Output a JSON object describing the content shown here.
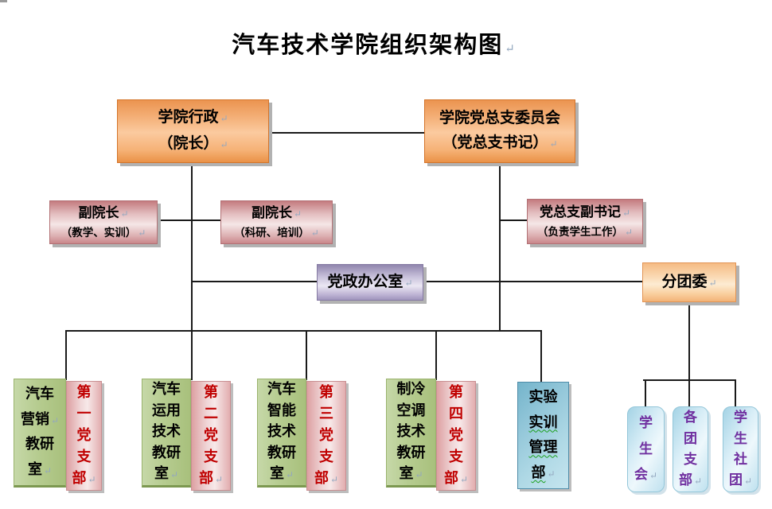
{
  "page": {
    "title": {
      "lines": [
        "汽车技术学院组织架构图↵"
      ]
    }
  },
  "palette": {
    "box_orange": "#f6b277",
    "box_peach": "#fad9b3",
    "box_pink": "#e3bdbf",
    "box_purple": "#c9c2dc",
    "box_green": "#b6cc90",
    "box_branch_pink": "#f0d6d7",
    "box_teal": "#95c8da",
    "box_student_blue": "#d9eef7",
    "text_black": "#000000",
    "text_red": "#c00000",
    "text_purple": "#7030a0",
    "connector": "#1a1a1a",
    "paragraph_mark": "#93a7bf",
    "spellcheck_wavy": "#1ca01c"
  },
  "org": {
    "admin": {
      "lines": [
        "学院行政↵",
        "（院长）↵"
      ]
    },
    "party_committee": {
      "lines": [
        "学院党总支委员会",
        "（党总支书记）↵"
      ]
    },
    "vice_dean_teaching": {
      "lines": [
        "副院长↵",
        "（教学、实训）↵"
      ]
    },
    "vice_dean_research": {
      "lines": [
        "副院长↵",
        "（科研、培训）↵"
      ]
    },
    "deputy_party_secretary": {
      "lines": [
        "党总支副书记↵",
        "（负责学生工作）↵"
      ]
    },
    "party_gov_office": {
      "lines": [
        "党政办公室↵"
      ]
    },
    "youth_league_committee": {
      "lines": [
        "分团委↵"
      ]
    },
    "auto_marketing_dept": {
      "lines": [
        "汽车",
        "营销↵",
        "教研",
        "室↵"
      ]
    },
    "party_branch_1": {
      "lines": [
        "第",
        "一",
        "党",
        "支",
        "部↵"
      ]
    },
    "auto_application_dept": {
      "lines": [
        "汽车",
        "运用",
        "技术",
        "教研",
        "室↵"
      ]
    },
    "party_branch_2": {
      "lines": [
        "第",
        "二",
        "党",
        "支",
        "部↵"
      ]
    },
    "auto_intelligence_dept": {
      "lines": [
        "汽车",
        "智能",
        "技术",
        "教研",
        "室↵"
      ]
    },
    "party_branch_3": {
      "lines": [
        "第",
        "三",
        "党",
        "支",
        "部↵"
      ]
    },
    "refrigeration_dept": {
      "lines": [
        "制冷",
        "空调",
        "技术",
        "教研",
        "室↵"
      ]
    },
    "party_branch_4": {
      "lines": [
        "第",
        "四",
        "党",
        "支",
        "部↵"
      ]
    },
    "lab_training_dept": {
      "lines": [
        "实验",
        "实训",
        "管理",
        "部↵"
      ],
      "wavy_lines": [
        1,
        2,
        3
      ]
    },
    "student_union": {
      "lines": [
        "学",
        "生",
        "会↵"
      ]
    },
    "league_branches": {
      "lines": [
        "各",
        "团",
        "支",
        "部↵"
      ]
    },
    "student_clubs": {
      "lines": [
        "学",
        "生",
        "社",
        "团↵"
      ]
    }
  }
}
